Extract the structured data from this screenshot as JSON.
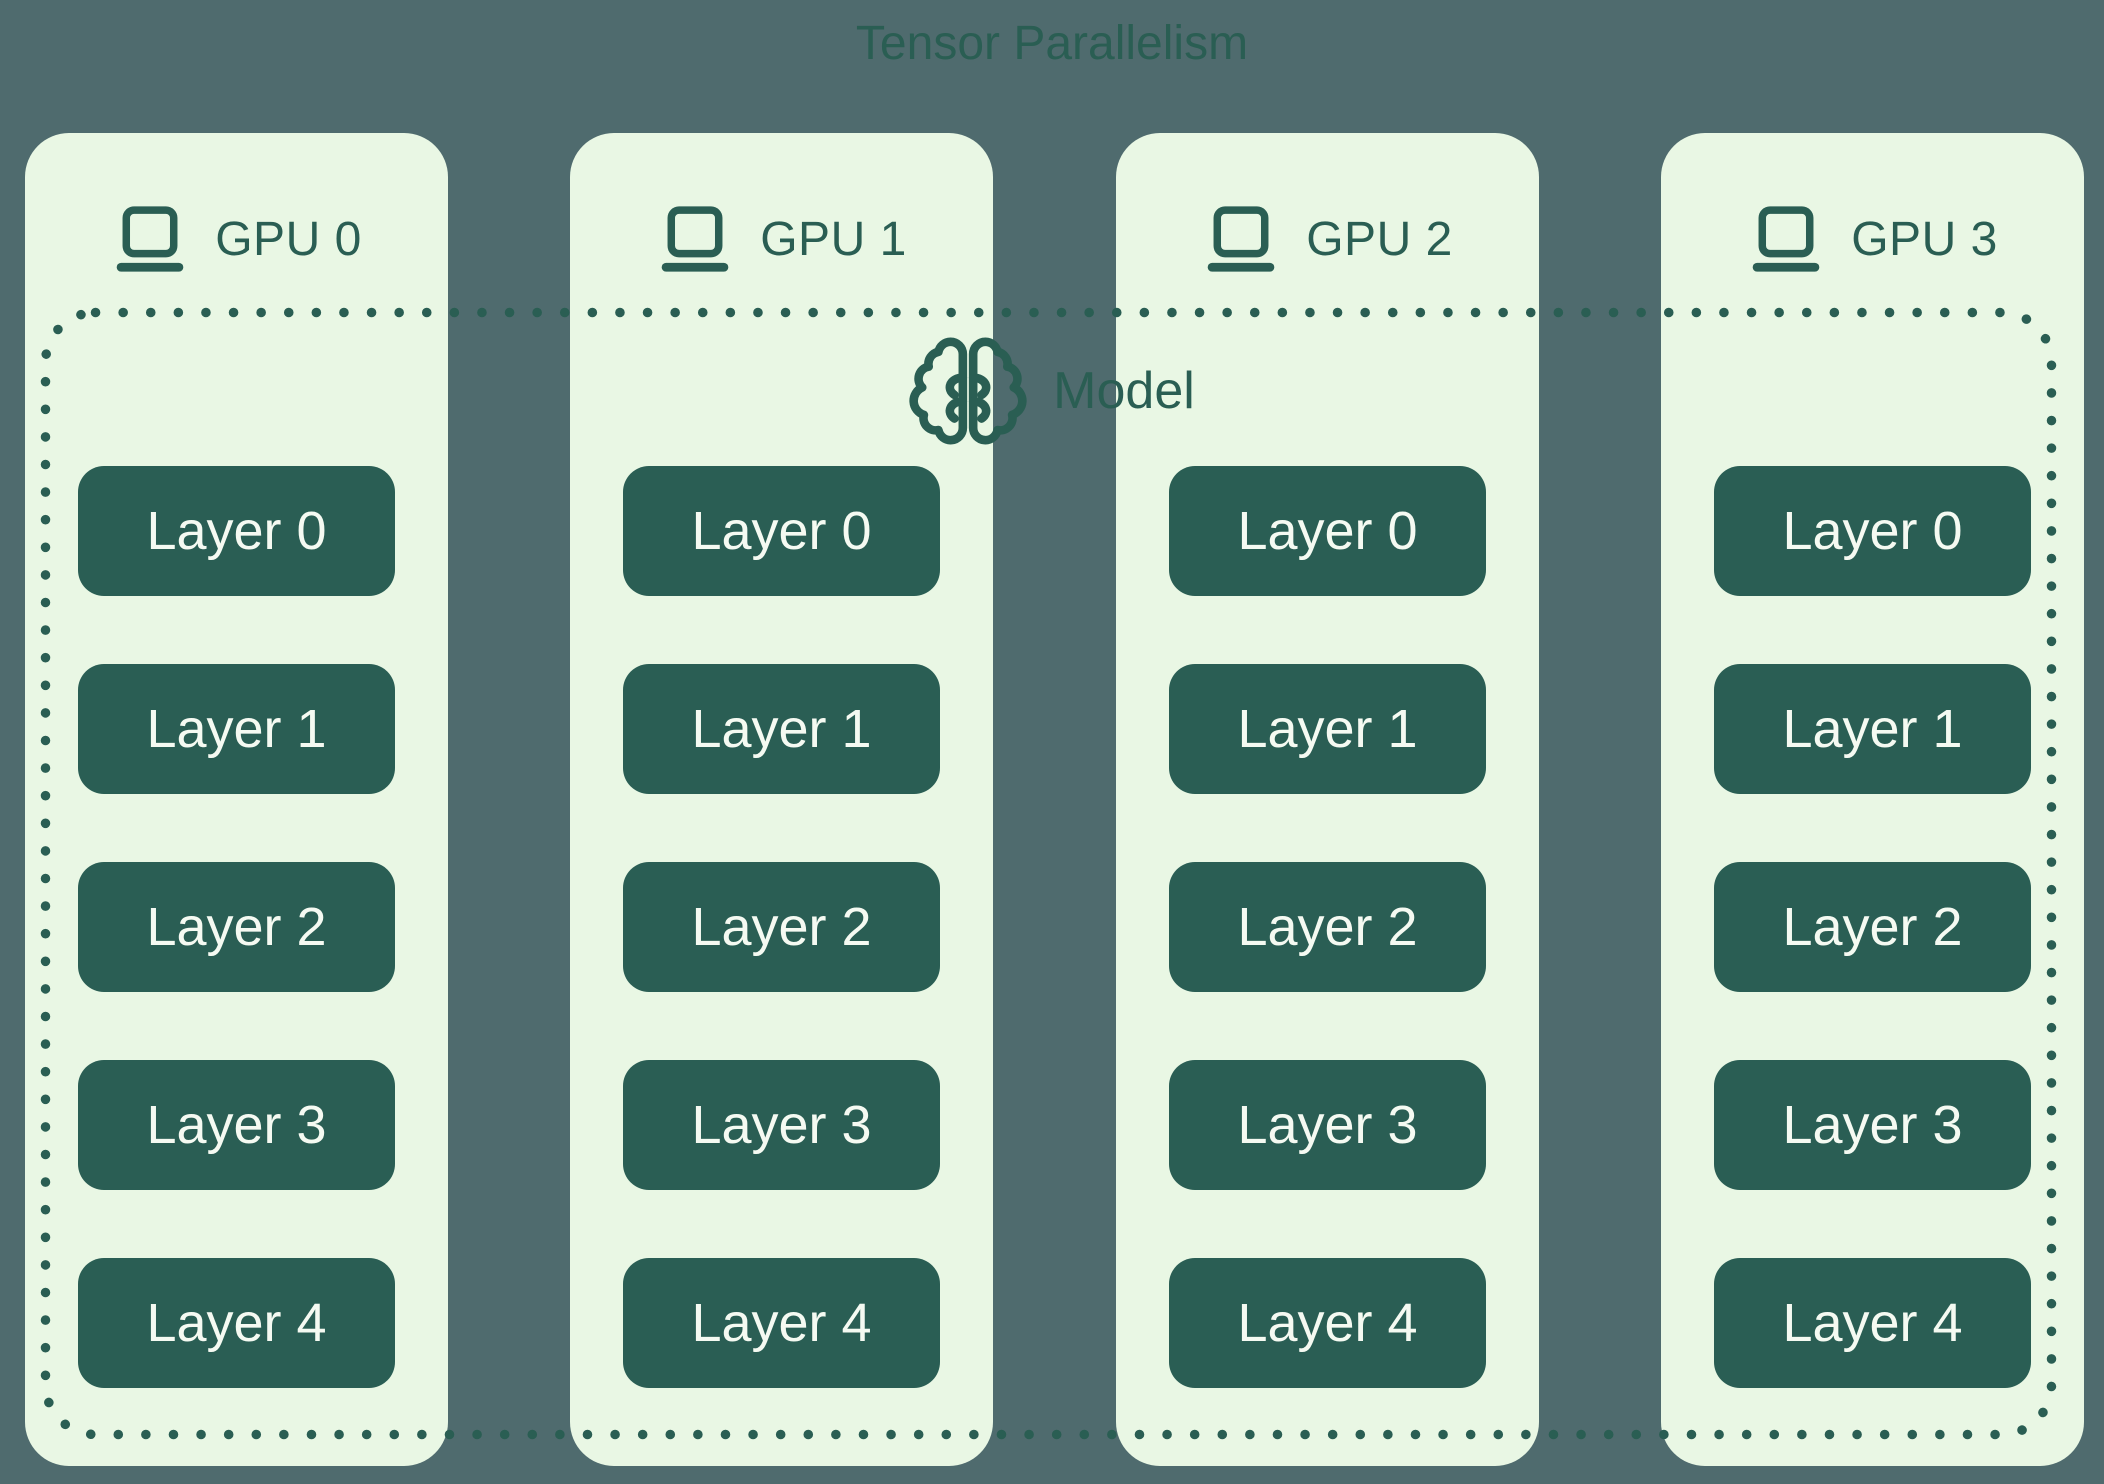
{
  "title": "Tensor Parallelism",
  "model": {
    "label": "Model",
    "icon": "brain-icon"
  },
  "gpus": [
    {
      "label": "GPU 0",
      "icon": "laptop-icon",
      "layers": [
        "Layer 0",
        "Layer 1",
        "Layer 2",
        "Layer 3",
        "Layer 4"
      ]
    },
    {
      "label": "GPU 1",
      "icon": "laptop-icon",
      "layers": [
        "Layer 0",
        "Layer 1",
        "Layer 2",
        "Layer 3",
        "Layer 4"
      ]
    },
    {
      "label": "GPU 2",
      "icon": "laptop-icon",
      "layers": [
        "Layer 0",
        "Layer 1",
        "Layer 2",
        "Layer 3",
        "Layer 4"
      ]
    },
    {
      "label": "GPU 3",
      "icon": "laptop-icon",
      "layers": [
        "Layer 0",
        "Layer 1",
        "Layer 2",
        "Layer 3",
        "Layer 4"
      ]
    }
  ],
  "colors": {
    "background": "#4f6b6e",
    "card_background": "#e9f7e4",
    "accent": "#2a5e53",
    "layer_box": "#2a5e54",
    "layer_text": "#f5faf2"
  }
}
